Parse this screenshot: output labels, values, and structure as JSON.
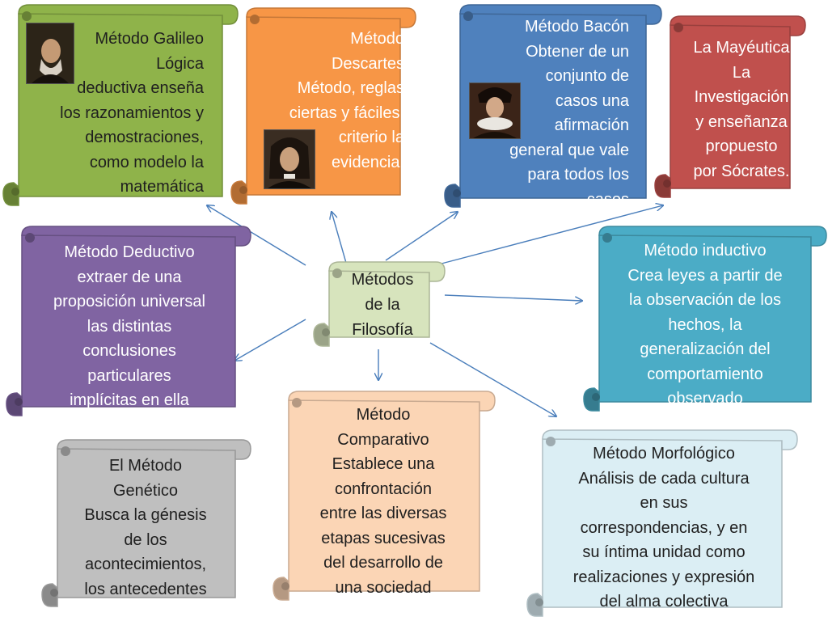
{
  "center": {
    "lines": [
      "Métodos",
      "de la",
      "Filosofía"
    ]
  },
  "nodes": {
    "galileo": {
      "lines": [
        "Método Galileo",
        "Lógica",
        "deductiva enseña",
        "los razonamientos y",
        "demostraciones,",
        "como modelo la",
        "matemática"
      ]
    },
    "descartes": {
      "lines": [
        "Método",
        "Descartes",
        "Método, reglas",
        "ciertas y fáciles,",
        "criterio la",
        "evidencia."
      ]
    },
    "bacon": {
      "lines": [
        "Método Bacón",
        "Obtener  de   un",
        "conjunto   de",
        "casos  una",
        "afirmación",
        "general  que vale",
        "para todos los",
        "casos"
      ]
    },
    "mayeutica": {
      "lines": [
        "La Mayéutica",
        "La",
        "Investigación",
        "y enseñanza",
        "propuesto",
        "por Sócrates."
      ]
    },
    "deductivo": {
      "lines": [
        "Método Deductivo",
        "extraer de una",
        "proposición universal",
        "las distintas",
        "conclusiones",
        "particulares",
        "implícitas en ella"
      ]
    },
    "inductivo": {
      "lines": [
        "Método inductivo",
        "Crea leyes a partir de",
        "la observación de los",
        "hechos, la",
        "generalización del",
        "comportamiento",
        "observado"
      ]
    },
    "genetico": {
      "lines": [
        "El Método",
        "Genético",
        "Busca la génesis",
        "de los",
        "acontecimientos,",
        "los antecedentes"
      ]
    },
    "comparativo": {
      "lines": [
        "Método",
        "Comparativo",
        "Establece una",
        "confrontación",
        "entre las diversas",
        "etapas sucesivas",
        "del desarrollo de",
        "una sociedad"
      ]
    },
    "morfologico": {
      "lines": [
        "Método Morfológico",
        "Análisis de cada cultura",
        "en sus",
        "correspondencias, y en",
        "su íntima unidad como",
        "realizaciones y expresión",
        "del alma colectiva"
      ]
    }
  },
  "colors": {
    "galileo": "#8fb34a",
    "descartes": "#f79646",
    "bacon": "#4f81bd",
    "mayeutica": "#c0504d",
    "deductivo": "#8064a2",
    "inductivo": "#4bacc6",
    "genetico": "#bfbfbf",
    "comparativo": "#fbd5b5",
    "morfologico": "#dbeef4",
    "center": "#d7e4bd",
    "arrow": "#4a7ebb"
  },
  "icons": {
    "galileo": "portrait-galileo-icon",
    "descartes": "portrait-descartes-icon",
    "bacon": "portrait-bacon-icon"
  }
}
